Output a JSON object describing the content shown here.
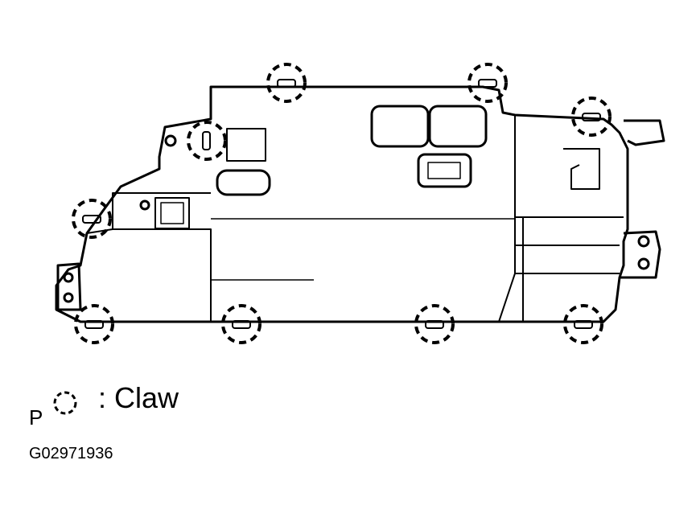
{
  "legend": {
    "symbol_prefix": "P",
    "symbol_icon": "dashed-circle-icon",
    "label": ": Claw"
  },
  "figure_id": "G02971936",
  "colors": {
    "line": "#000000",
    "background": "#ffffff"
  }
}
